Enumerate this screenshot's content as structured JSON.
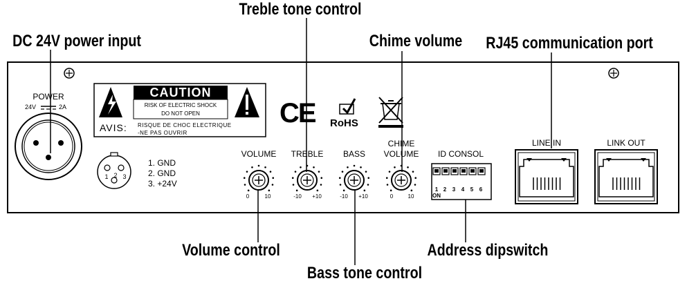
{
  "callouts": {
    "treble": "Treble tone control",
    "dc_power": "DC 24V power input",
    "chime_volume": "Chime volume",
    "rj45": "RJ45 communication port",
    "volume": "Volume control",
    "address": "Address dipswitch",
    "bass": "Bass tone control"
  },
  "power": {
    "label": "POWER",
    "voltage": "24V",
    "current": "2A"
  },
  "pinout": [
    "1. GND",
    "2. GND",
    "3. +24V"
  ],
  "pin_numbers": [
    "1",
    "2",
    "3"
  ],
  "caution": {
    "title": "CAUTION",
    "line1": "RISK OF ELECTRIC SHOCK",
    "line2": "DO NOT OPEN",
    "avis": "AVIS:",
    "avis_line1": "RISQUE DE CHOC ELECTRIQUE",
    "avis_line2": "-NE PAS OUVRIR"
  },
  "cert": {
    "ce": "CE",
    "rohs": "RoHS"
  },
  "knobs": {
    "volume": {
      "label": "VOLUME",
      "min": "0",
      "max": "10"
    },
    "treble": {
      "label": "TREBLE",
      "min": "-10",
      "max": "+10"
    },
    "bass": {
      "label": "BASS",
      "min": "-10",
      "max": "+10"
    },
    "chime": {
      "label1": "CHIME",
      "label2": "VOLUME",
      "min": "0",
      "max": "10"
    }
  },
  "dip": {
    "label": "ID CONSOL",
    "numbers": [
      "1",
      "2",
      "3",
      "4",
      "5",
      "6"
    ],
    "on": "ON"
  },
  "ports": {
    "line_in": "LINE IN",
    "link_out": "LINK OUT"
  }
}
